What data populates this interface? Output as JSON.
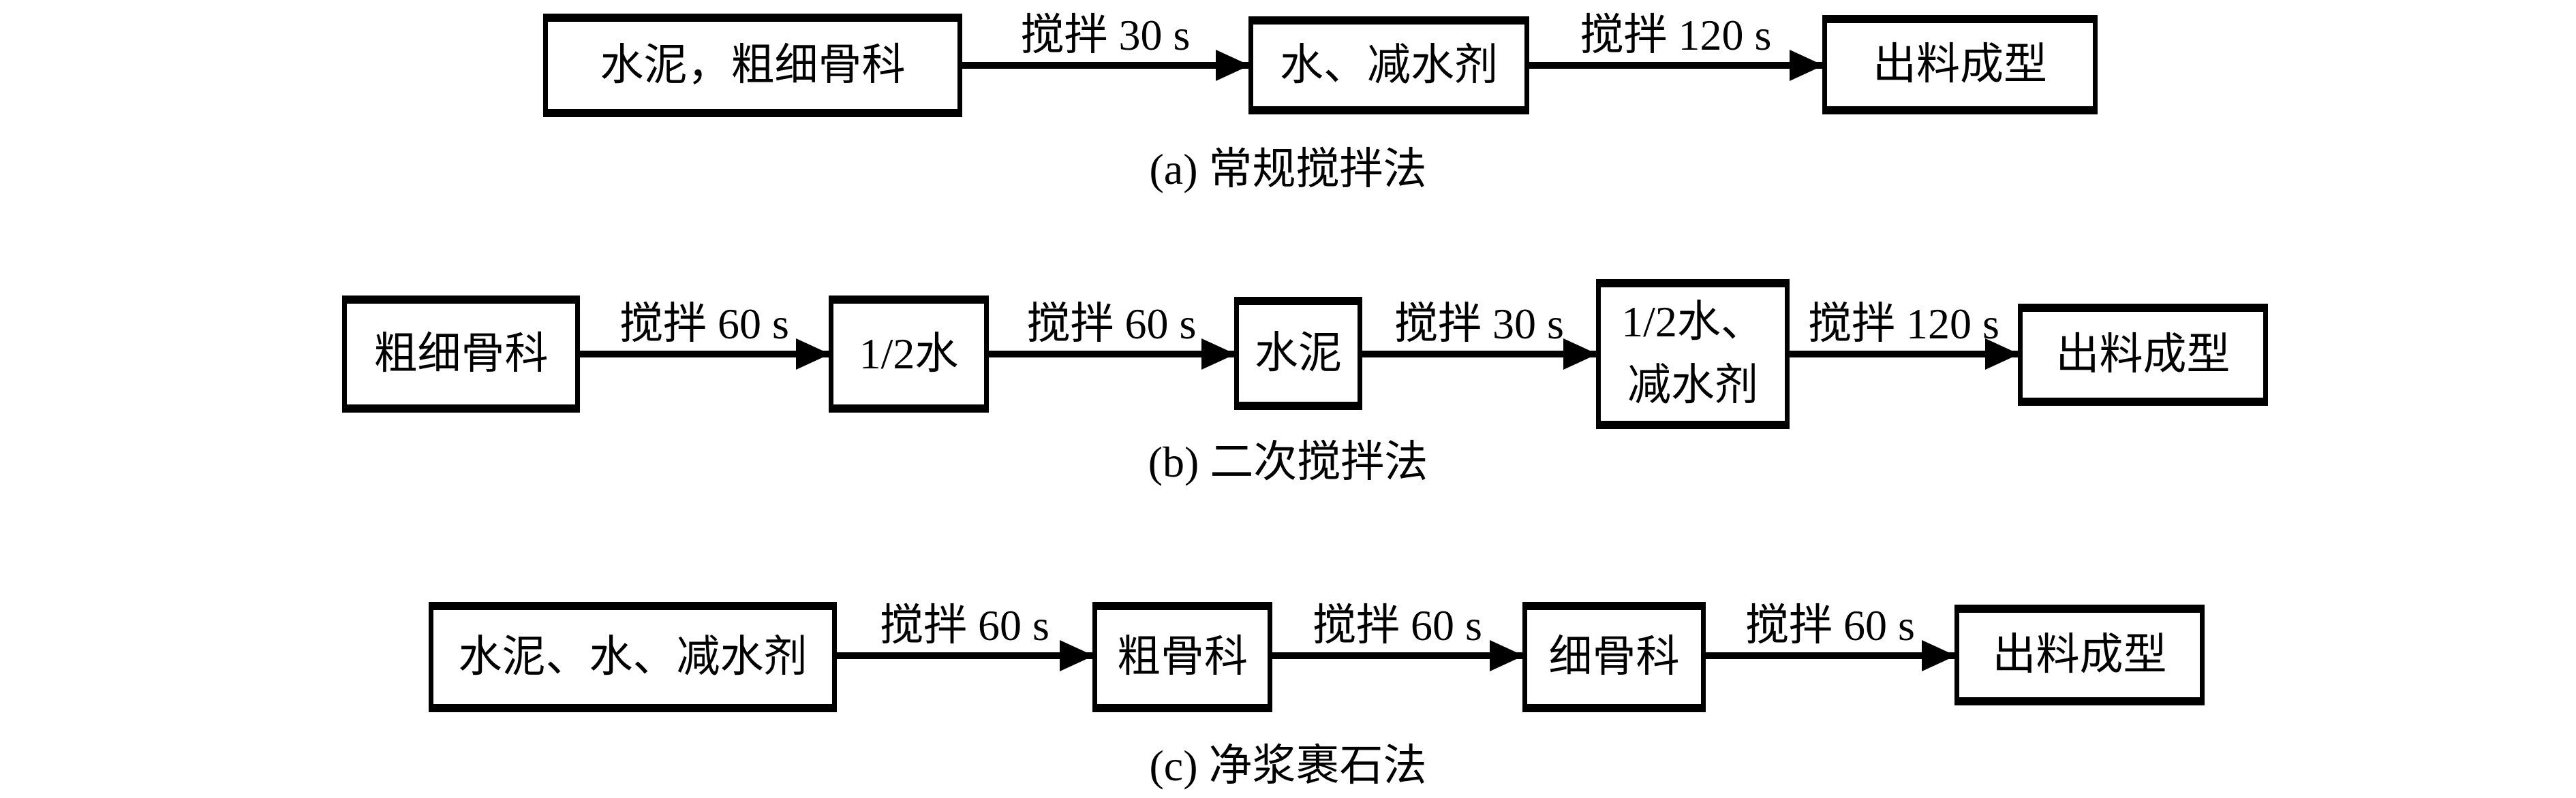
{
  "page": {
    "background_color": "#ffffff",
    "ink_color": "#000000"
  },
  "figure": {
    "flows": [
      {
        "id": "a",
        "caption": "(a) 常规搅拌法",
        "boxes": [
          {
            "text": "水泥，粗细骨科"
          },
          {
            "text": "水、减水剂"
          },
          {
            "text": "出料成型"
          }
        ],
        "arrows": [
          {
            "label": "搅拌 30 s"
          },
          {
            "label": "搅拌 120 s"
          }
        ]
      },
      {
        "id": "b",
        "caption": "(b) 二次搅拌法",
        "boxes": [
          {
            "text": "粗细骨科"
          },
          {
            "text": "1/2水"
          },
          {
            "text": "水泥"
          },
          {
            "text": "1/2水、减水剂",
            "lines": [
              "1/2水、",
              "减水剂"
            ]
          },
          {
            "text": "出料成型"
          }
        ],
        "arrows": [
          {
            "label": "搅拌 60 s"
          },
          {
            "label": "搅拌 60 s"
          },
          {
            "label": "搅拌 30 s"
          },
          {
            "label": "搅拌 120 s"
          }
        ]
      },
      {
        "id": "c",
        "caption": "(c) 净浆裹石法",
        "boxes": [
          {
            "text": "水泥、水、减水剂"
          },
          {
            "text": "粗骨科"
          },
          {
            "text": "细骨科"
          },
          {
            "text": "出料成型"
          }
        ],
        "arrows": [
          {
            "label": "搅拌 60 s"
          },
          {
            "label": "搅拌 60 s"
          },
          {
            "label": "搅拌 60 s"
          }
        ]
      }
    ]
  }
}
